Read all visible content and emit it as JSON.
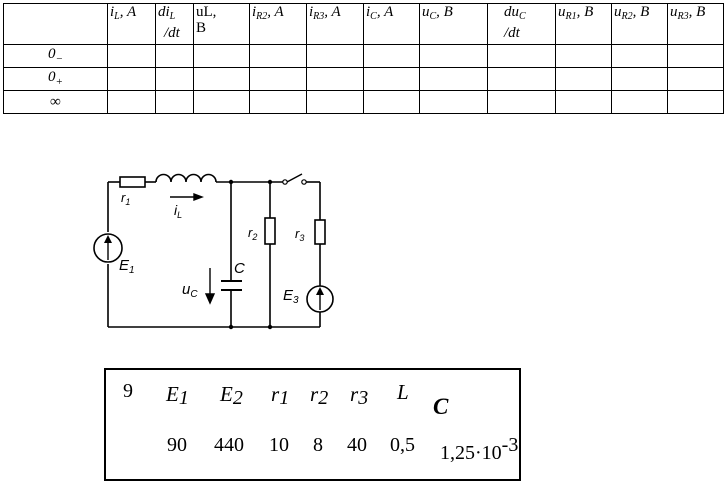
{
  "table": {
    "headers": [
      {
        "main": "i",
        "sub": "L",
        "tail": ", A"
      },
      {
        "main": "di",
        "sub": "L",
        "line2": "/dt"
      },
      {
        "main": "uL,",
        "line2": "B",
        "plain": true
      },
      {
        "main": "i",
        "sub": "R2",
        "tail": ", A"
      },
      {
        "main": "i",
        "sub": "R3",
        "tail": ", A"
      },
      {
        "main": "i",
        "sub": "C",
        "tail": ", A"
      },
      {
        "main": "u",
        "sub": "C",
        "tail": ", B"
      },
      {
        "main": "du",
        "sub": "C",
        "line2": "/dt"
      },
      {
        "main": "u",
        "sub": "R1",
        "tail": ", B"
      },
      {
        "main": "u",
        "sub": "R2",
        "tail": ", B"
      },
      {
        "main": "u",
        "sub": "R3",
        "tail": ", B"
      }
    ],
    "rows": [
      {
        "label": "0",
        "sub": "−"
      },
      {
        "label": "0",
        "sub": "+"
      },
      {
        "label": "∞",
        "sub": ""
      }
    ]
  },
  "circuit": {
    "r1": "r",
    "r1_sub": "1",
    "iL": "i",
    "iL_sub": "L",
    "E1": "E",
    "E1_sub": "1",
    "r2": "r",
    "r2_sub": "2",
    "r3": "r",
    "r3_sub": "3",
    "C": "C",
    "uC": "u",
    "uC_sub": "C",
    "E3": "E",
    "E3_sub": "3"
  },
  "params": {
    "variant": "9",
    "E1": "E",
    "E1_sub": "1",
    "E2": "E",
    "E2_sub": "2",
    "r1": "r",
    "r1_sub": "1",
    "r2": "r",
    "r2_sub": "2",
    "r3": "r",
    "r3_sub": "3",
    "L": "L",
    "C": "C",
    "values": {
      "E1": "90",
      "E2": "440",
      "r1": "10",
      "r2": "8",
      "r3": "40",
      "L": "0,5",
      "C_base": "1,25·10",
      "C_exp": "-3"
    }
  }
}
